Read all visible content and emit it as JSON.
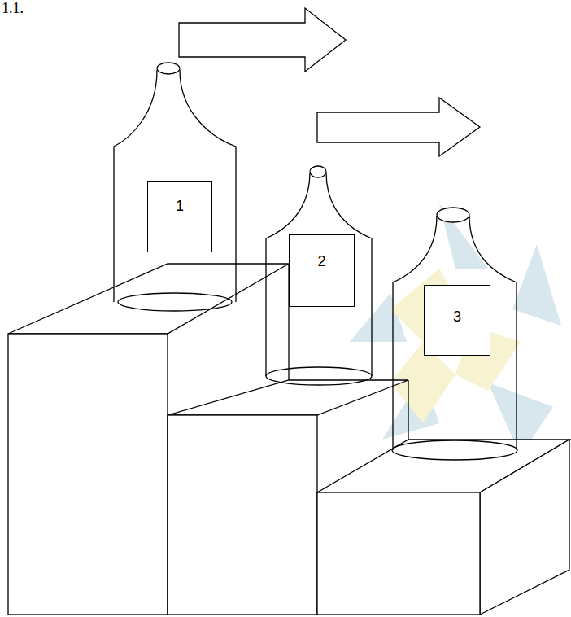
{
  "diagram": {
    "nodes": [
      {
        "text": [
          "1"
        ]
      },
      {
        "text": [
          "2"
        ]
      },
      {
        "text": [
          "3"
        ]
      }
    ],
    "labels": [
      "1.1."
    ]
  }
}
